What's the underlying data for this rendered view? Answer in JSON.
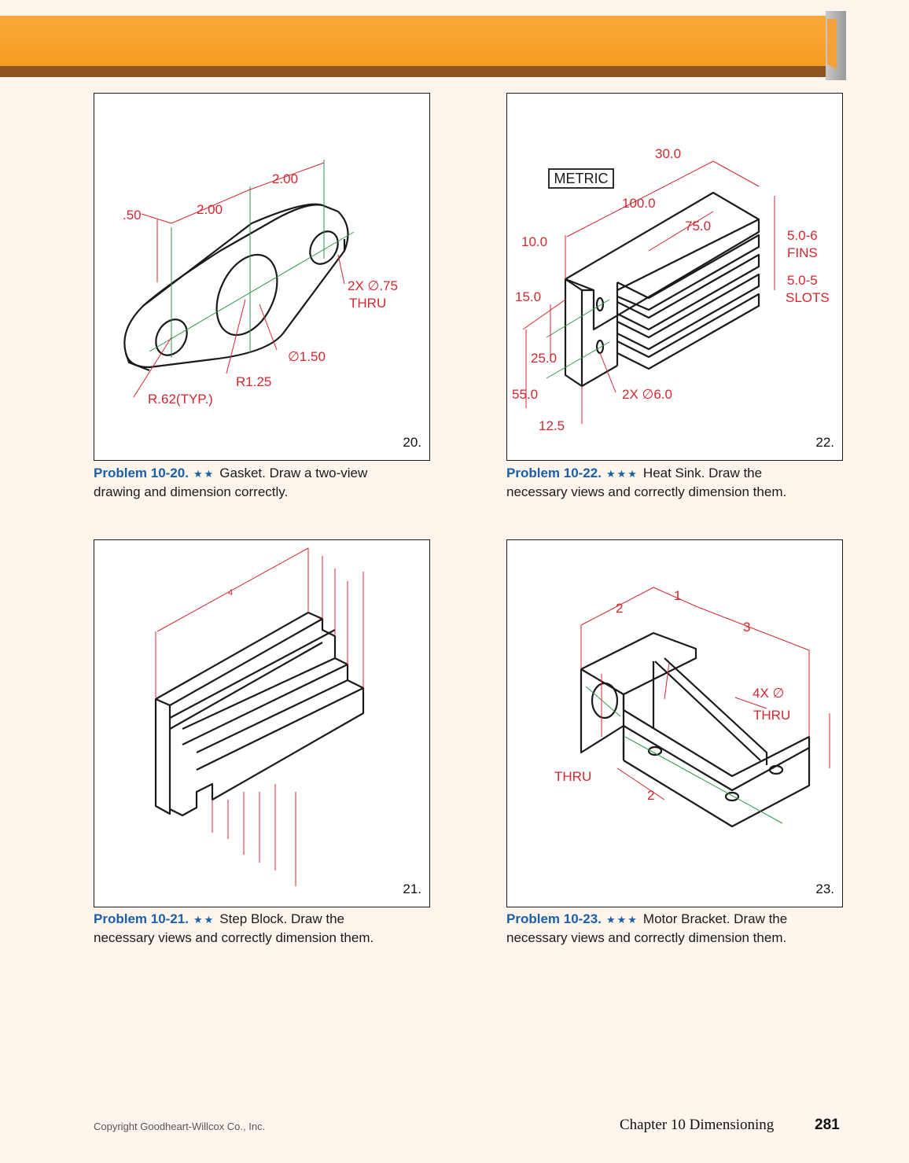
{
  "colors": {
    "header": "#f7a02b",
    "problem_blue": "#1a5fa8",
    "dimension_red": "#d6262f",
    "centerline_green": "#2e9a4a"
  },
  "figures": [
    {
      "number": "20.",
      "labels": {
        "d1": ".50",
        "d2": "2.00",
        "d3": "2.00",
        "hole": "2X ∅.75",
        "thru": "THRU",
        "dia": "∅1.50",
        "r1": "R1.25",
        "r2": "R.62(TYP.)"
      }
    },
    {
      "number": "21.",
      "labels": {
        "w": "4"
      }
    },
    {
      "number": "22.",
      "labels": {
        "metric": "METRIC",
        "d30": "30.0",
        "d100": "100.0",
        "d75": "75.0",
        "d10": "10.0",
        "fins1": "5.0-6",
        "fins2": "FINS",
        "slots1": "5.0-5",
        "slots2": "SLOTS",
        "d15": "15.0",
        "d25": "25.0",
        "d55": "55.0",
        "holes": "2X ∅6.0",
        "d12": "12.5"
      }
    },
    {
      "number": "23.",
      "labels": {
        "d2a": "2",
        "d1": "1",
        "d3": "3",
        "holes4": "4X ∅",
        "thru": "THRU",
        "dthru": "THRU",
        "d2b": "2"
      }
    }
  ],
  "problems": [
    {
      "number": "Problem 10-20.",
      "stars": "★★",
      "line1": "Gasket. Draw a two-view",
      "line2": "drawing and dimension correctly."
    },
    {
      "number": "Problem 10-22.",
      "stars": "★★★",
      "line1": "Heat Sink. Draw the",
      "line2": "necessary views and correctly dimension them."
    },
    {
      "number": "Problem 10-21.",
      "stars": "★★",
      "line1": "Step Block. Draw the",
      "line2": "necessary views and correctly dimension them."
    },
    {
      "number": "Problem 10-23.",
      "stars": "★★★",
      "line1": "Motor Bracket. Draw the",
      "line2": "necessary views and correctly dimension them."
    }
  ],
  "footer": {
    "copyright": "Copyright Goodheart-Willcox Co., Inc.",
    "chapter": "Chapter 10  Dimensioning",
    "page": "281"
  }
}
